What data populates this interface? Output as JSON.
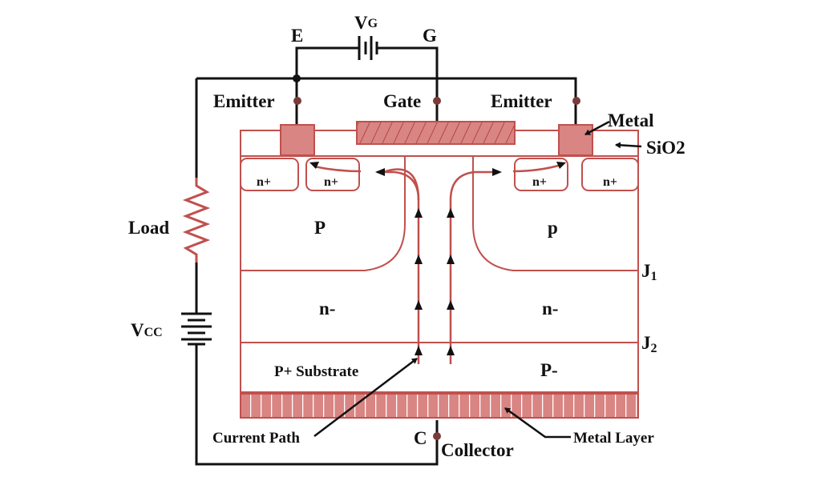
{
  "terminals": {
    "e": "E",
    "g": "G",
    "vg_main": "V",
    "vg_sub": "G",
    "c": "C"
  },
  "labels": {
    "emitter_left": "Emitter",
    "gate": "Gate",
    "emitter_right": "Emitter",
    "metal": "Metal",
    "sio2": "SiO2",
    "load": "Load",
    "vcc_main": "V",
    "vcc_sub": "CC",
    "collector": "Collector",
    "current_path": "Current Path",
    "metal_layer": "Metal Layer"
  },
  "regions": {
    "n_plus_1": "n+",
    "n_plus_2": "n+",
    "n_plus_3": "n+",
    "n_plus_4": "n+",
    "p_left": "P",
    "p_right": "p",
    "n_minus_left": "n-",
    "n_minus_right": "n-",
    "p_plus_substrate": "P+ Substrate",
    "p_minus": "P-"
  },
  "junctions": {
    "j1_main": "J",
    "j1_sub": "1",
    "j2_main": "J",
    "j2_sub": "2"
  },
  "colors": {
    "structure": "#c0504d",
    "structure_fill": "#d98583",
    "wire": "#111111",
    "terminal_dot": "#7b3b3b"
  }
}
